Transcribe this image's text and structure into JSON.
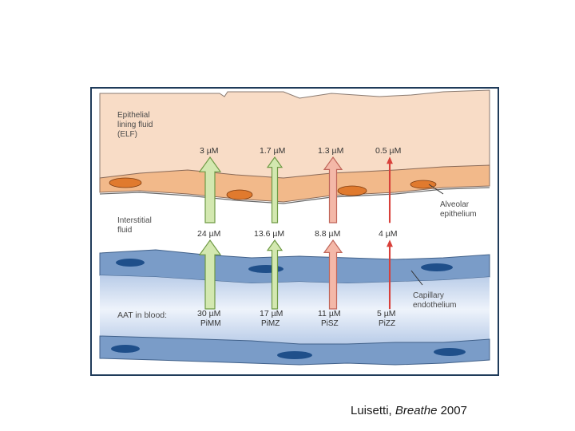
{
  "labels": {
    "elf": "Epithelial\nlining fluid\n(ELF)",
    "interstitial": "Interstitial\nfluid",
    "aat_blood": "AAT in blood:",
    "alveolar": "Alveolar\nepithelium",
    "capillary": "Capillary\nendothelium"
  },
  "columns": [
    {
      "elf": "3 µM",
      "interstitial": "24 µM",
      "blood": "30 µM",
      "genotype": "PiMM"
    },
    {
      "elf": "1.7 µM",
      "interstitial": "13.6 µM",
      "blood": "17 µM",
      "genotype": "PiMZ"
    },
    {
      "elf": "1.3 µM",
      "interstitial": "8.8 µM",
      "blood": "11 µM",
      "genotype": "PiSZ"
    },
    {
      "elf": "0.5 µM",
      "interstitial": "4 µM",
      "blood": "5 µM",
      "genotype": "PiZZ"
    }
  ],
  "citation": {
    "author": "Luisetti, ",
    "journal": "Breathe",
    "year": " 2007"
  },
  "colors": {
    "elf_fill": "#f8dcc6",
    "epithelium_fill": "#f2b98a",
    "nucleus_orange": "#e07a2e",
    "blood_fill": "#c9d8ee",
    "endothelium_fill": "#7a9cc8",
    "nucleus_blue": "#1f4f8a",
    "arrow_green": "#d3e8b0",
    "arrow_green_stroke": "#6f9a45",
    "arrow_pink": "#f4b8a8",
    "arrow_pink_stroke": "#c0665a",
    "arrow_red": "#d8403a"
  }
}
